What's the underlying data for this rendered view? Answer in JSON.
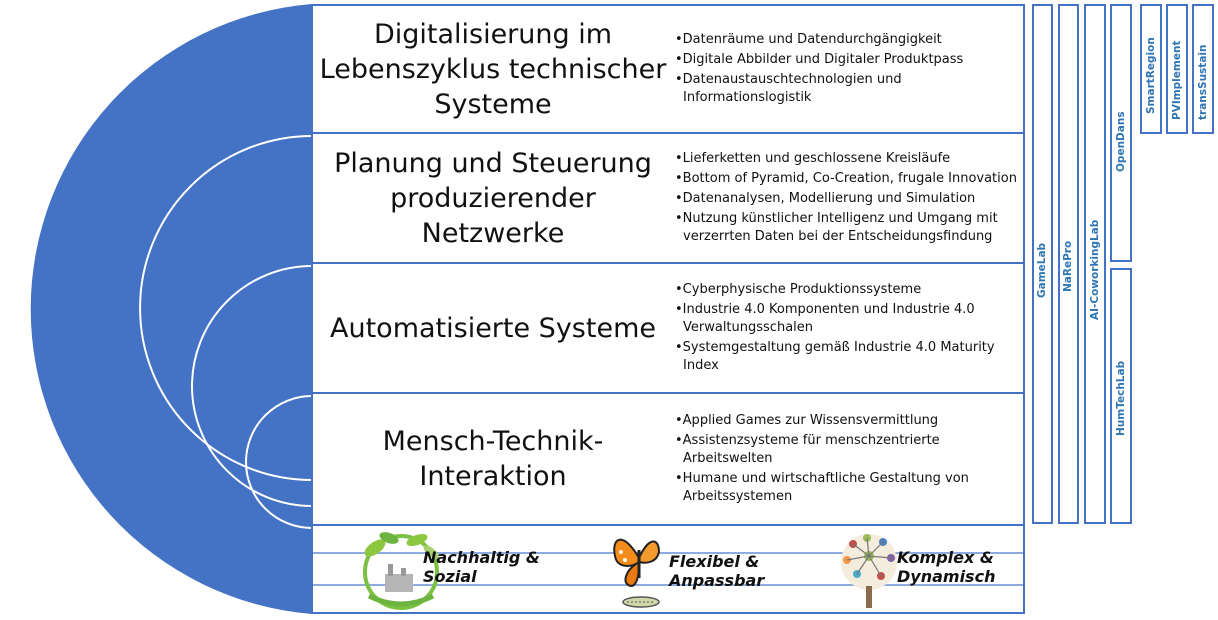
{
  "accent_color": "#4472c4",
  "label_color": "#2e75b6",
  "rows": [
    {
      "title_lines": [
        "Digitalisierung im",
        "Lebenszyklus technischer",
        "Systeme"
      ],
      "bullets": [
        "•Datenräume und Datendurchgängigkeit",
        "•Digitale Abbilder und Digitaler Produktpass",
        "•Datenaustauschtechnologien und Informationslogistik"
      ]
    },
    {
      "title_lines": [
        "Planung und Steuerung",
        "produzierender",
        "Netzwerke"
      ],
      "bullets": [
        "•Lieferketten und geschlossene Kreisläufe",
        "•Bottom of Pyramid, Co-Creation, frugale Innovation",
        "•Datenanalysen, Modellierung und Simulation",
        "•Nutzung künstlicher Intelligenz und Umgang mit verzerrten Daten bei der Entscheidungsfindung"
      ]
    },
    {
      "title_lines": [
        "Automatisierte Systeme"
      ],
      "bullets": [
        "•Cyberphysische Produktionssysteme",
        "•Industrie 4.0 Komponenten und Industrie 4.0 Verwaltungsschalen",
        "•Systemgestaltung gemäß Industrie 4.0 Maturity Index"
      ]
    },
    {
      "title_lines": [
        "Mensch-Technik-",
        "Interaktion"
      ],
      "bullets": [
        "•Applied Games zur Wissensvermittlung",
        "•Assistenzsysteme für menschzentrierte Arbeitswelten",
        "•Humane und wirtschaftliche Gestaltung von Arbeitssystemen"
      ]
    }
  ],
  "traits": [
    {
      "line1": "Nachhaltig &",
      "line2": "Sozial",
      "icon": "eco-factory-icon"
    },
    {
      "line1": "Flexibel &",
      "line2": "Anpassbar",
      "icon": "butterfly-icon"
    },
    {
      "line1": "Komplex &",
      "line2": "Dynamisch",
      "icon": "network-tree-icon"
    }
  ],
  "projects": [
    "GameLab",
    "NaRePro",
    "AI-CoworkingLab",
    "OpenDans",
    "HumTechLab",
    "SmartRegion",
    "PVImplement",
    "transSustain"
  ]
}
